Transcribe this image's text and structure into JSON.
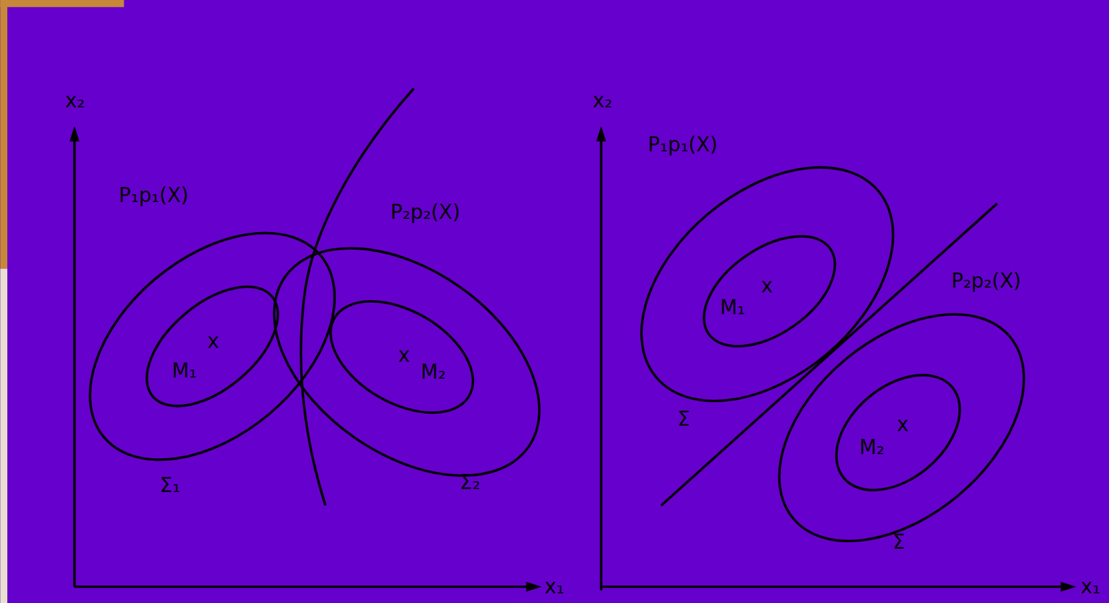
{
  "diagram": {
    "labels": [
      "x₂",
      "x₁",
      "P₁p₁(X)",
      "P₂p₂(X)",
      "x",
      "M₁",
      "x",
      "M₂",
      "Σ₁",
      "Σ₂",
      "x₂",
      "x₁",
      "P₁p₁(X)",
      "P₂p₂(X)",
      "x",
      "M₁",
      "x",
      "M₂",
      "Σ",
      "Σ"
    ]
  }
}
